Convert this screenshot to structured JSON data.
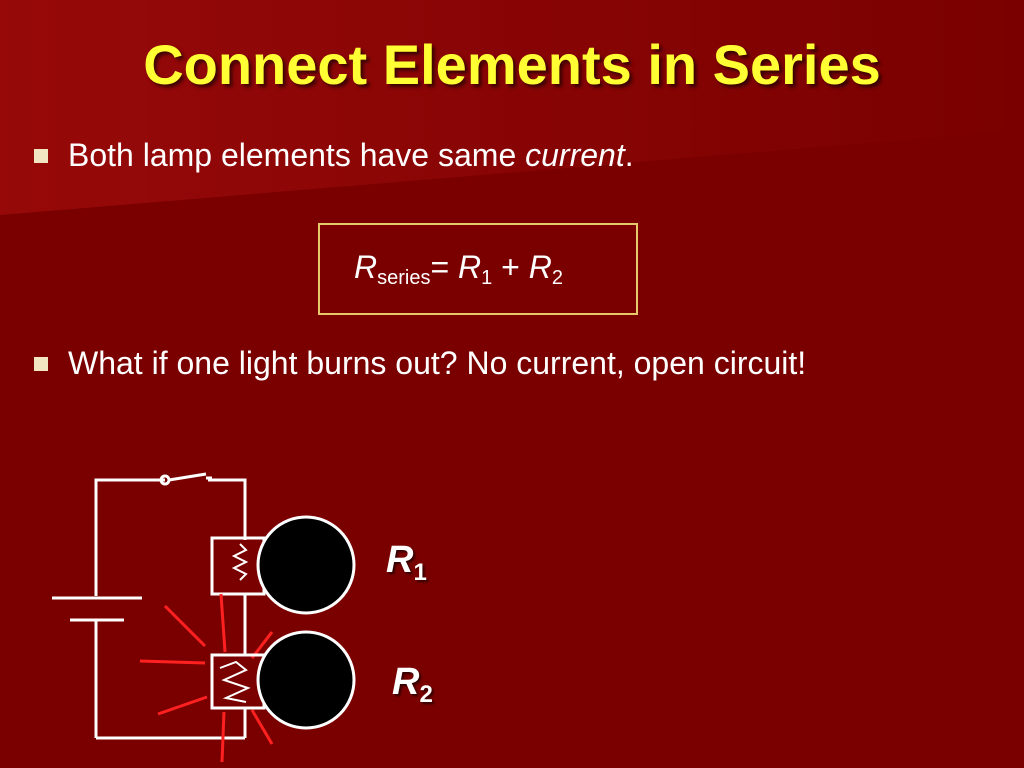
{
  "slide": {
    "title": "Connect Elements in Series",
    "bullets": [
      {
        "text_before": "Both lamp elements have same ",
        "text_emph": "current",
        "text_after": "."
      },
      {
        "text": "What if one light burns out? No current, open circuit!"
      }
    ],
    "formula": {
      "lhs_symbol": "R",
      "lhs_subscript": "series",
      "equals": "=",
      "term1_symbol": "R",
      "term1_subscript": "1",
      "plus": "+",
      "term2_symbol": "R",
      "term2_subscript": "2"
    },
    "labels": {
      "r1_symbol": "R",
      "r1_subscript": "1",
      "r2_symbol": "R",
      "r2_subscript": "2"
    }
  },
  "colors": {
    "background": "#7a0000",
    "title": "#ffff33",
    "text": "#ffffff",
    "formula_border": "#e6c86a",
    "burst": "#ff2020",
    "lamp": "#000000",
    "bullet_mark": "#f2e6c2"
  },
  "icons": [
    "switch-icon",
    "battery-icon",
    "resistor-icon",
    "lamp-icon",
    "burst-icon"
  ]
}
